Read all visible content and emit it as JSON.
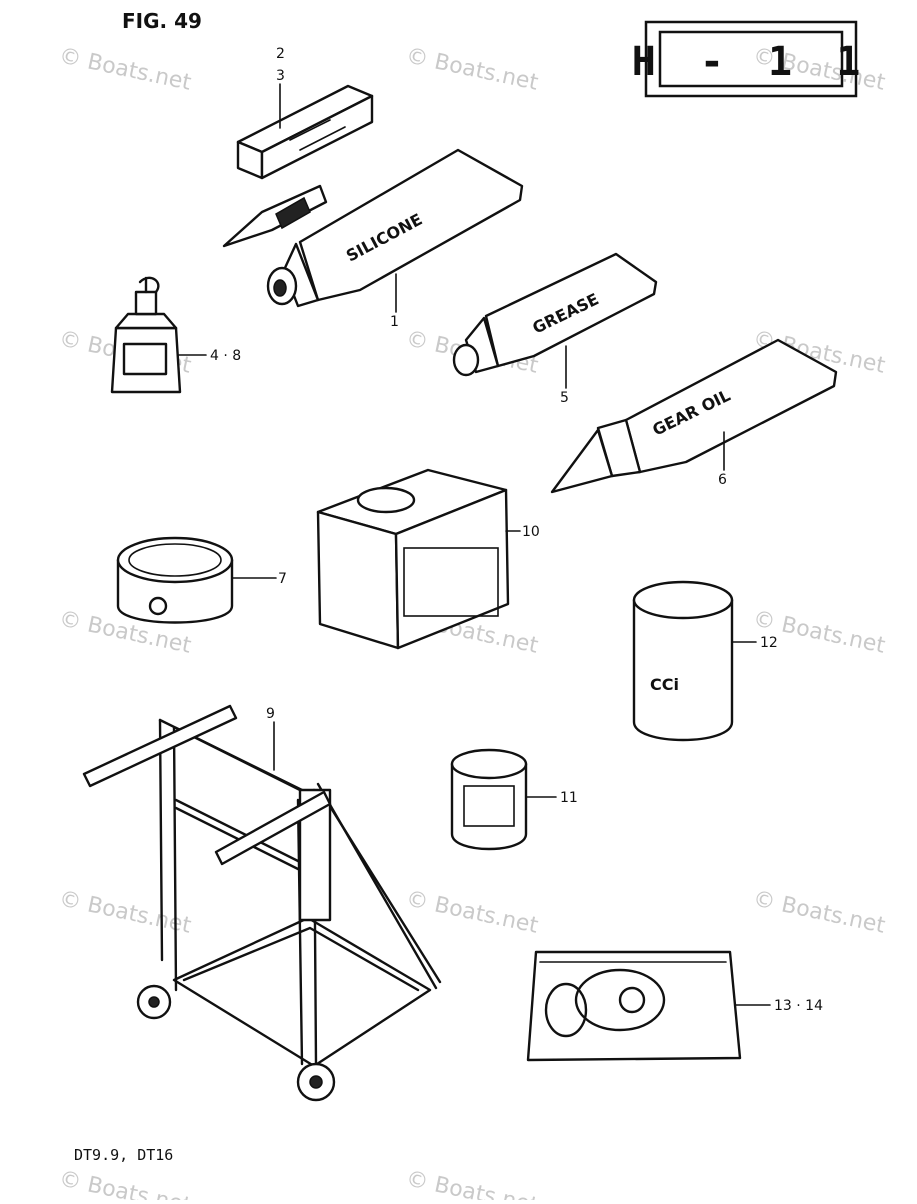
{
  "figure_label": "FIG. 49",
  "page_code": "H - 1 1",
  "models": "DT9.9, DT16",
  "watermark": "© Boats.net",
  "callouts": {
    "c1": "1",
    "c2": "2",
    "c3": "3",
    "c4_8": "4 · 8",
    "c5": "5",
    "c6": "6",
    "c7": "7",
    "c9": "9",
    "c10": "10",
    "c11": "11",
    "c12": "12",
    "c13_14": "13 · 14"
  },
  "product_labels": {
    "silicone": "SILICONE",
    "grease": "GREASE",
    "gear_oil": "GEAR OIL",
    "can_brand": "CCi"
  }
}
